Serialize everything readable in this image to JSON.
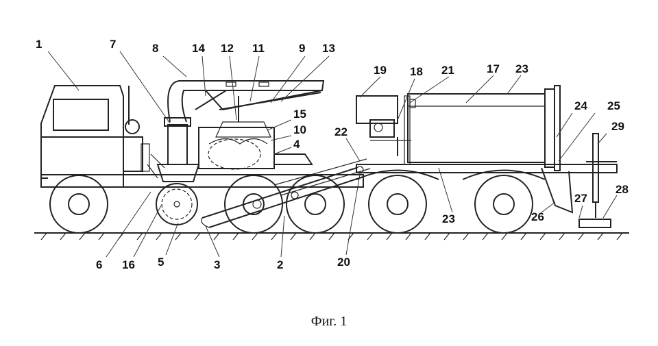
{
  "figure": {
    "caption": "Фиг. 1",
    "labels": [
      {
        "id": "l1",
        "text": "1"
      },
      {
        "id": "l7",
        "text": "7"
      },
      {
        "id": "l8",
        "text": "8"
      },
      {
        "id": "l14",
        "text": "14"
      },
      {
        "id": "l12",
        "text": "12"
      },
      {
        "id": "l11",
        "text": "11"
      },
      {
        "id": "l9",
        "text": "9"
      },
      {
        "id": "l13",
        "text": "13"
      },
      {
        "id": "l19",
        "text": "19"
      },
      {
        "id": "l18",
        "text": "18"
      },
      {
        "id": "l21",
        "text": "21"
      },
      {
        "id": "l17",
        "text": "17"
      },
      {
        "id": "l23a",
        "text": "23"
      },
      {
        "id": "l15",
        "text": "15"
      },
      {
        "id": "l10",
        "text": "10"
      },
      {
        "id": "l4",
        "text": "4"
      },
      {
        "id": "l22",
        "text": "22"
      },
      {
        "id": "l24",
        "text": "24"
      },
      {
        "id": "l25",
        "text": "25"
      },
      {
        "id": "l29",
        "text": "29"
      },
      {
        "id": "l28",
        "text": "28"
      },
      {
        "id": "l27",
        "text": "27"
      },
      {
        "id": "l26",
        "text": "26"
      },
      {
        "id": "l23b",
        "text": "23"
      },
      {
        "id": "l6",
        "text": "6"
      },
      {
        "id": "l16",
        "text": "16"
      },
      {
        "id": "l5",
        "text": "5"
      },
      {
        "id": "l3",
        "text": "3"
      },
      {
        "id": "l2",
        "text": "2"
      },
      {
        "id": "l20",
        "text": "20"
      }
    ]
  }
}
